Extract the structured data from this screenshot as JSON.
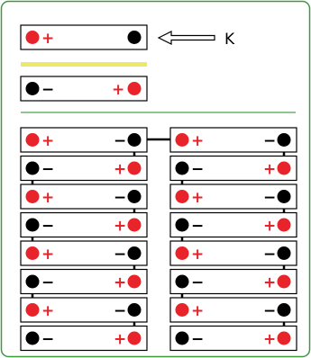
{
  "colors": {
    "frame_border": "#3a9a3c",
    "divider_green": "#6ab46a",
    "yellow_bar": "#ece86a",
    "red_terminal": "#e8232a",
    "black_terminal": "#000000"
  },
  "top_cell": {
    "pos_sign": "+",
    "arrow_label": "K"
  },
  "single_cell": {
    "neg_sign": "−",
    "pos_sign": "+"
  },
  "column_pattern": [
    "plus-left",
    "minus-left",
    "plus-left",
    "minus-left",
    "plus-left",
    "minus-left",
    "plus-left",
    "minus-left"
  ],
  "signs": {
    "plus": "+",
    "minus": "−"
  },
  "icons": {
    "arrow": "hollow-left-arrow-icon",
    "terminal": "circle-terminal-icon"
  }
}
